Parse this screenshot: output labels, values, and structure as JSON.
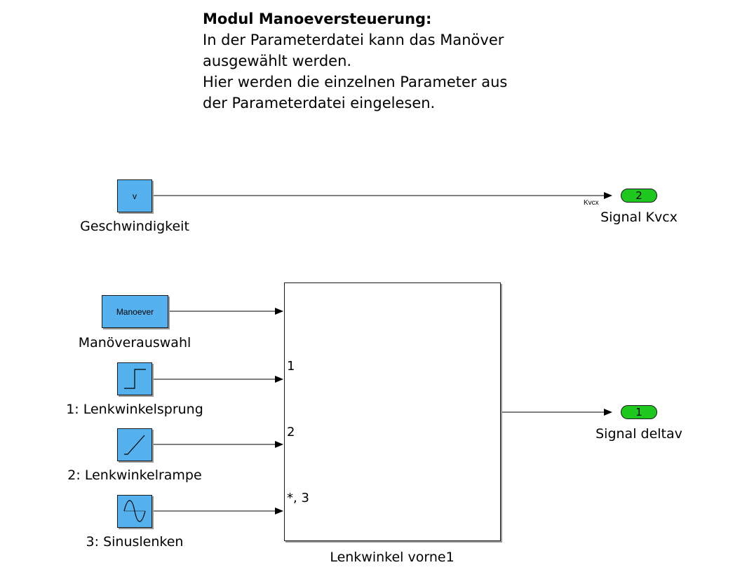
{
  "annotation": {
    "title": "Modul Manoeversteuerung:",
    "lines": [
      "In der Parameterdatei kann das Manöver",
      "ausgewählt werden.",
      "Hier werden die einzelnen Parameter aus",
      "der Parameterdatei eingelesen."
    ]
  },
  "blocks": {
    "geschwindigkeit": {
      "text": "v",
      "label": "Geschwindigkeit"
    },
    "manoeverauswahl": {
      "text": "Manoever",
      "label": "Manöverauswahl"
    },
    "lenkwinkelsprung": {
      "label": "1: Lenkwinkelsprung",
      "icon": "step-icon"
    },
    "lenkwinkelrampe": {
      "label": "2: Lenkwinkelrampe",
      "icon": "ramp-icon"
    },
    "sinuslenken": {
      "label": "3: Sinuslenken",
      "icon": "sine-wave-icon"
    },
    "switch": {
      "label": "Lenkwinkel vorne1",
      "ports": [
        "1",
        "2",
        "*, 3"
      ]
    }
  },
  "outports": {
    "kvcx": {
      "number": "2",
      "label": "Signal Kvcx",
      "signal_name": "Kvcx"
    },
    "deltav": {
      "number": "1",
      "label": "Signal deltav"
    }
  },
  "colors": {
    "block_fill": "#55b1ee",
    "outport_fill": "#1ec81e",
    "line": "#000000"
  }
}
